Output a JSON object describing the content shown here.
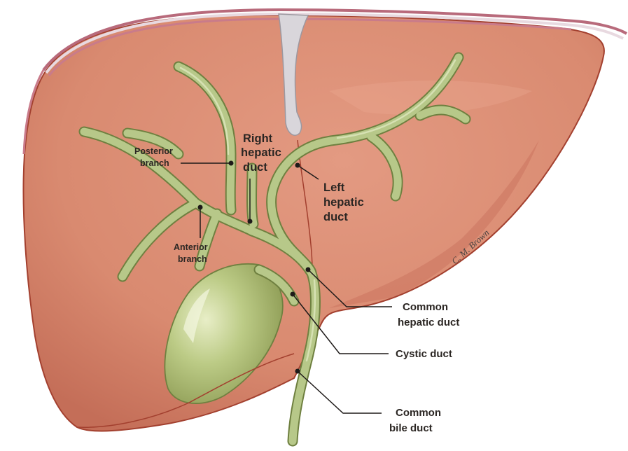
{
  "labels": {
    "right_hepatic_duct": [
      "Right",
      "hepatic",
      "duct"
    ],
    "left_hepatic_duct": [
      "Left",
      "hepatic",
      "duct"
    ],
    "posterior_branch": [
      "Posterior",
      "branch"
    ],
    "anterior_branch": [
      "Anterior",
      "branch"
    ],
    "common_hepatic_duct": [
      "Common",
      "hepatic duct"
    ],
    "cystic_duct": [
      "Cystic duct"
    ],
    "common_bile_duct": [
      "Common",
      "bile duct"
    ]
  },
  "signature": "C. M. Brown",
  "colors": {
    "liver": "#d98a70",
    "liver_edge": "#a3402f",
    "capsule": "#c97b8a",
    "ligament": "#d9d6db",
    "duct": "#b7c889",
    "duct_edge": "#6f8040",
    "gallbladder": "#b3c27c",
    "text": "#2b2623"
  }
}
